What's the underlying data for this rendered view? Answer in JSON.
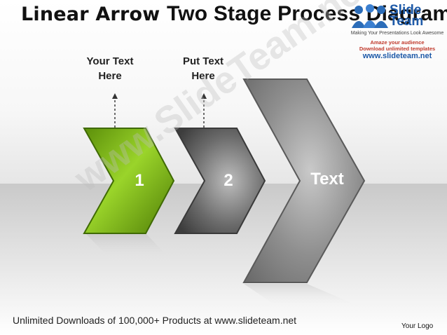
{
  "title": {
    "part1": "Linear Arrow ",
    "part2": "Two Stage Process Diagram"
  },
  "logo": {
    "line1": "Slide",
    "line2": "Team",
    "tagline": "Making Your Presentations Look Awesome",
    "promo1": "Amaze your audience",
    "promo2": "Download unlimited templates",
    "url": "www.slideteam.net"
  },
  "labels": [
    {
      "line1": "Your Text",
      "line2": "Here"
    },
    {
      "line1": "Put Text",
      "line2": "Here"
    }
  ],
  "stages": [
    {
      "text": "1",
      "color": "#7db41e"
    },
    {
      "text": "2",
      "color": "#6a6a6a"
    },
    {
      "text": "Text",
      "color": "#8c8c8c"
    }
  ],
  "watermark": "www.SlideTeam.net",
  "footer": "Unlimited Downloads of 100,000+ Products at www.slideteam.net",
  "your_logo": "Your Logo"
}
